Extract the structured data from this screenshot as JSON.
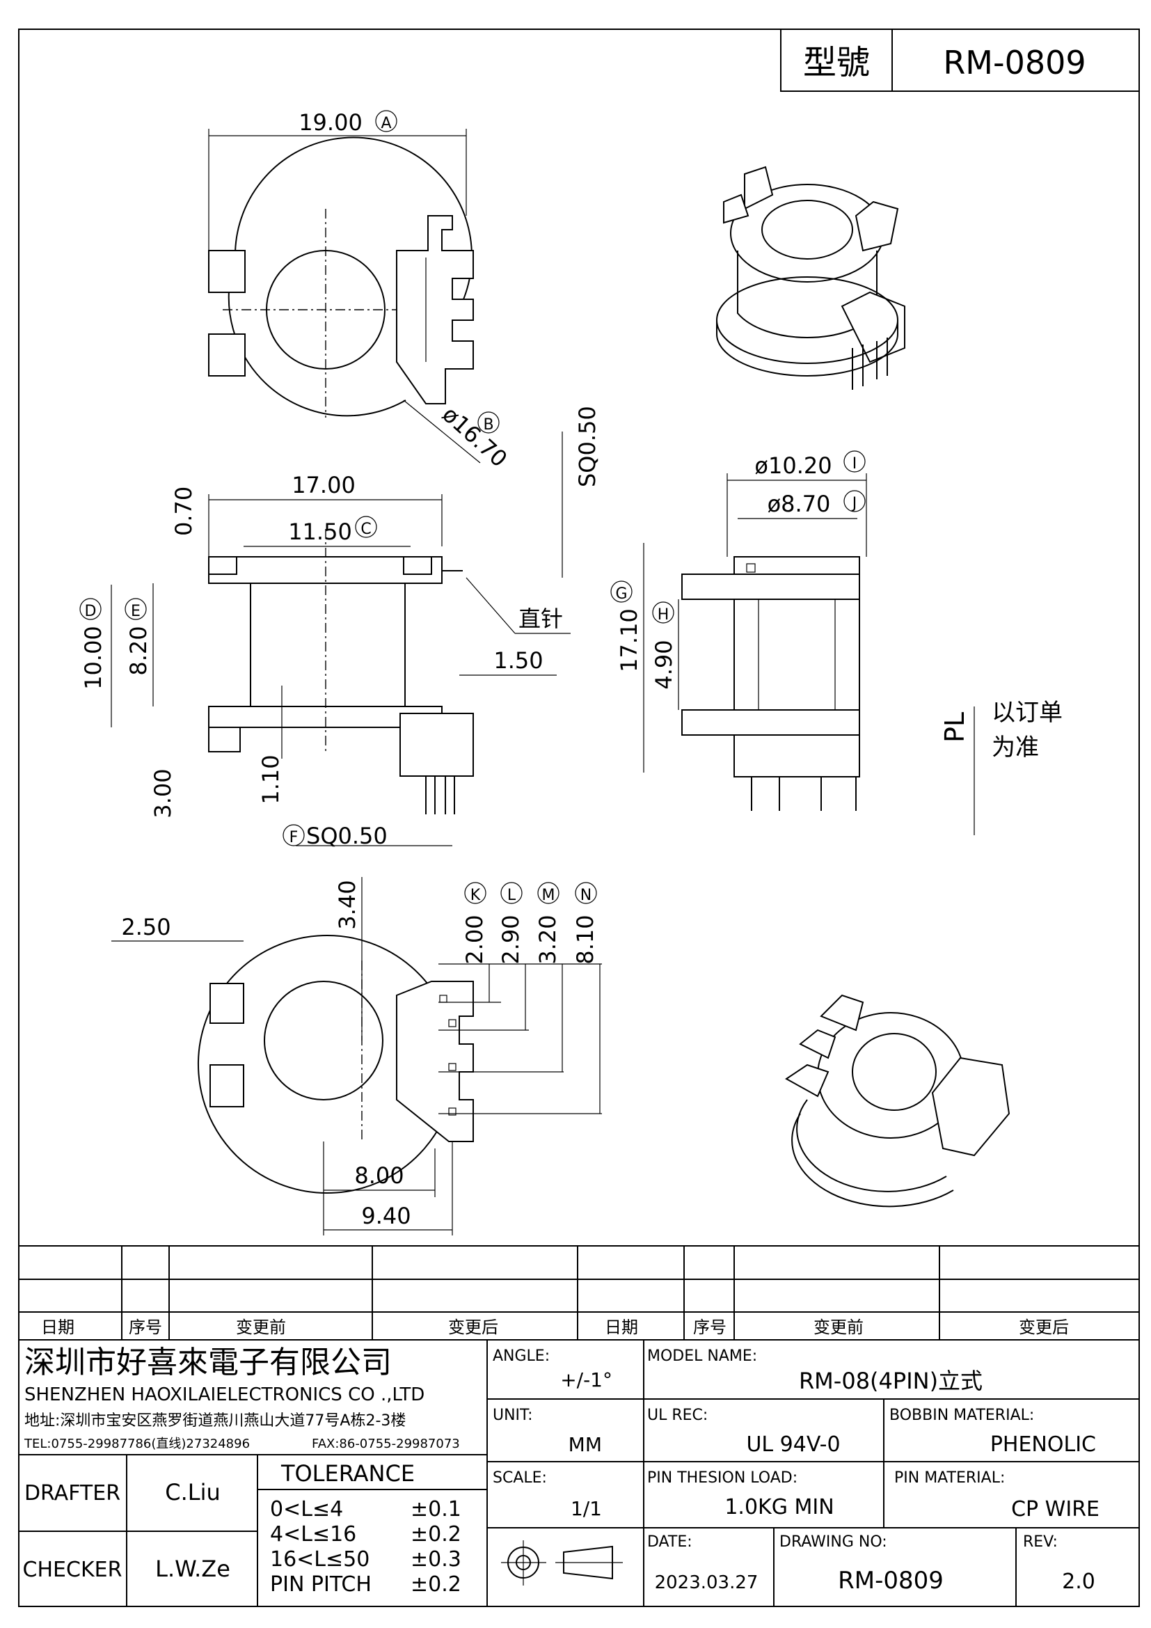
{
  "header": {
    "model_label": "型號",
    "model_value": "RM-0809"
  },
  "dims": {
    "top_width": "19.00",
    "top_width_tag": "A",
    "outer_dia": "ø16.70",
    "outer_dia_tag": "B",
    "flange_width": "17.00",
    "core_width": "11.50",
    "core_width_tag": "C",
    "flange_thk": "0.70",
    "pin_sq": "SQ0.50",
    "total_h": "10.00",
    "total_h_tag": "D",
    "winding_h": "8.20",
    "winding_h_tag": "E",
    "pin_offset": "1.50",
    "straight_pin": "直针",
    "base_h": "3.00",
    "base_gap": "1.10",
    "pin_sq_bottom": "SQ0.50",
    "pin_sq_bottom_tag": "F",
    "inner_dia_i": "ø10.20",
    "inner_dia_i_tag": "I",
    "inner_dia_j": "ø8.70",
    "inner_dia_j_tag": "J",
    "total_len": "17.10",
    "total_len_tag": "G",
    "section_h": "4.90",
    "section_h_tag": "H",
    "pl": "PL",
    "pl_note_1": "以订单",
    "pl_note_2": "为准",
    "bottom_offset": "2.50",
    "bottom_radius": "3.40",
    "k": "2.00",
    "k_tag": "K",
    "l": "2.90",
    "l_tag": "L",
    "m": "3.20",
    "m_tag": "M",
    "n": "8.10",
    "n_tag": "N",
    "bottom_w1": "8.00",
    "bottom_w2": "9.40"
  },
  "revision": {
    "headers": [
      "日期",
      "序号",
      "变更前",
      "变更后",
      "日期",
      "序号",
      "变更前",
      "变更后"
    ]
  },
  "company": {
    "name_cn": "深圳市好喜來電子有限公司",
    "name_en": "SHENZHEN HAOXILAIELECTRONICS CO .,LTD",
    "address": "地址:深圳市宝安区燕罗街道燕川燕山大道77号A栋2-3楼",
    "tel": "TEL:0755-29987786(直线)27324896",
    "fax": "FAX:86-0755-29987073"
  },
  "titleblock": {
    "angle_label": "ANGLE:",
    "angle_value": "+/-1°",
    "model_name_label": "MODEL NAME:",
    "model_name_value": "RM-08(4PIN)立式",
    "unit_label": "UNIT:",
    "unit_value": "MM",
    "ul_label": "UL REC:",
    "ul_value": "UL 94V-0",
    "bobbin_label": "BOBBIN MATERIAL:",
    "bobbin_value": "PHENOLIC",
    "scale_label": "SCALE:",
    "scale_value": "1/1",
    "load_label": "PIN THESION LOAD:",
    "load_value": "1.0KG MIN",
    "pin_mat_label": "PIN MATERIAL:",
    "pin_mat_value": "CP  WIRE",
    "drafter_label": "DRAFTER",
    "drafter_value": "C.Liu",
    "checker_label": "CHECKER",
    "checker_value": "L.W.Ze",
    "tolerance_label": "TOLERANCE",
    "tol_rows": [
      {
        "range": "0<L≤4",
        "val": "±0.1"
      },
      {
        "range": "4<L≤16",
        "val": "±0.2"
      },
      {
        "range": "16<L≤50",
        "val": "±0.3"
      },
      {
        "range": "PIN PITCH",
        "val": "±0.2"
      }
    ],
    "date_label": "DATE:",
    "date_value": "2023.03.27",
    "drawing_no_label": "DRAWING NO:",
    "drawing_no_value": "RM-0809",
    "rev_label": "REV:",
    "rev_value": "2.0"
  }
}
